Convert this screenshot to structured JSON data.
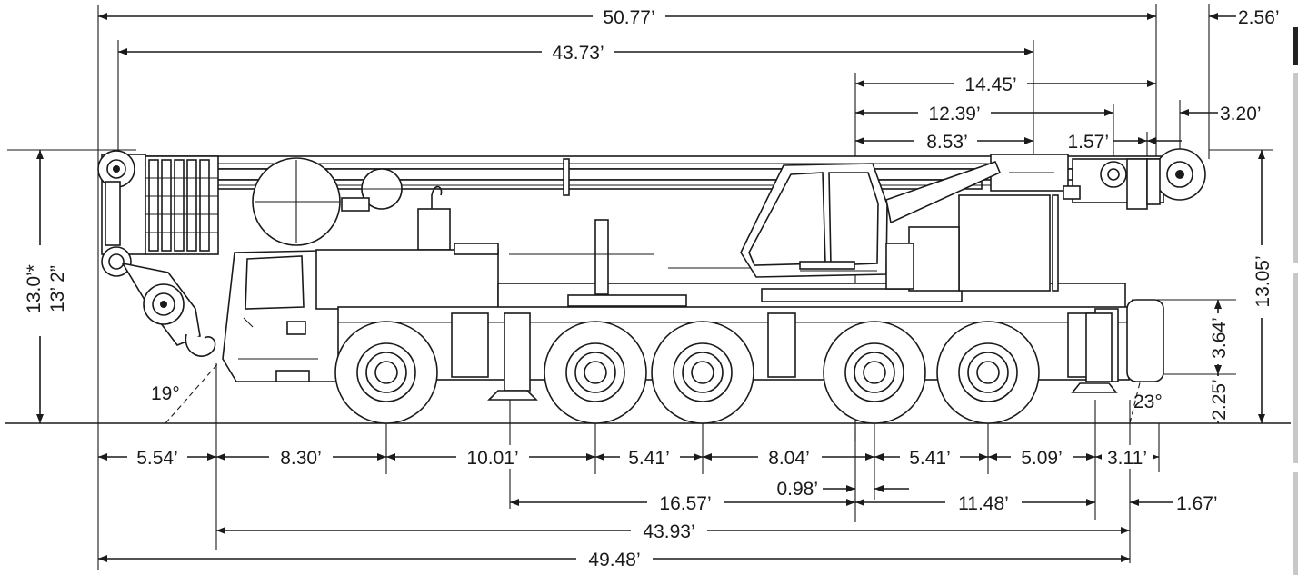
{
  "dimensions": {
    "top": {
      "overall_length": "50.77’",
      "boom_length": "43.73’",
      "rear_to_superstructure": "14.45’",
      "rear_to_boom_pivot": "12.39’",
      "pivot_to_rotation": "8.53’",
      "counterweight_gap": "1.57’",
      "rear_overhang_upper": "3.20’",
      "rear_tail": "2.56’"
    },
    "bottom": {
      "front_overhang": "5.54’",
      "front_axle_span": "8.30’",
      "axle_2_to_3": "10.01’",
      "axle_3_to_4": "5.41’",
      "axle_4_to_5": "8.04’",
      "axle_5_to_6": "5.41’",
      "axle_6_to_rear": "5.09’",
      "rear_overhang": "3.11’",
      "outrigger_front_to_center": "16.57’",
      "center_offset": "0.98’",
      "center_to_outrigger_rear": "11.48’",
      "outrigger_rear_overhang": "1.67’",
      "outrigger_span": "43.93’",
      "overall_carrier_length": "49.48’"
    },
    "vertical": {
      "left_height_decimal": "13.0’*",
      "left_height_imperial": "13’ 2”",
      "right_height": "13.05’",
      "deck_height": "3.64’",
      "ground_clearance": "2.25’"
    },
    "angles": {
      "approach_angle": "19°",
      "departure_angle": "23°"
    }
  },
  "colors": {
    "line": "#1a1a1a",
    "background": "#ffffff"
  }
}
